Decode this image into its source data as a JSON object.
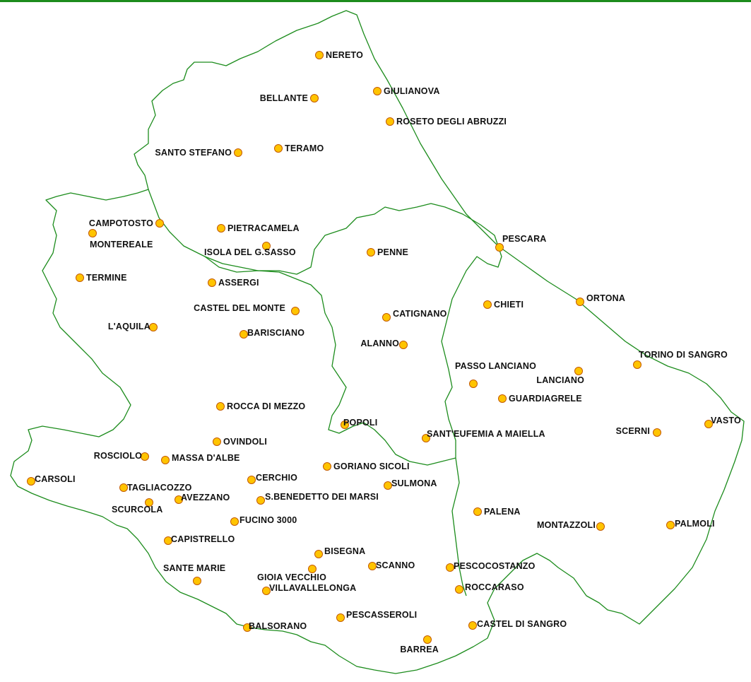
{
  "colors": {
    "border": "#1c8c1c",
    "marker_fill": "#ffc400",
    "marker_stroke": "#c45a00",
    "label": "#111111"
  },
  "places": [
    {
      "id": "nereto",
      "name": "NERETO"
    },
    {
      "id": "giulianova",
      "name": "GIULIANOVA"
    },
    {
      "id": "bellante",
      "name": "BELLANTE"
    },
    {
      "id": "roseto",
      "name": "ROSETO DEGLI ABRUZZI"
    },
    {
      "id": "santo-stefano",
      "name": "SANTO STEFANO"
    },
    {
      "id": "teramo",
      "name": "TERAMO"
    },
    {
      "id": "campotosto",
      "name": "CAMPOTOSTO"
    },
    {
      "id": "pietracamela",
      "name": "PIETRACAMELA"
    },
    {
      "id": "montereale",
      "name": "MONTEREALE"
    },
    {
      "id": "isola",
      "name": "ISOLA DEL G.SASSO"
    },
    {
      "id": "penne",
      "name": "PENNE"
    },
    {
      "id": "pescara",
      "name": "PESCARA"
    },
    {
      "id": "termine",
      "name": "TERMINE"
    },
    {
      "id": "assergi",
      "name": "ASSERGI"
    },
    {
      "id": "ortona",
      "name": "ORTONA"
    },
    {
      "id": "castel-del-monte",
      "name": "CASTEL DEL MONTE"
    },
    {
      "id": "chieti",
      "name": "CHIETI"
    },
    {
      "id": "catignano",
      "name": "CATIGNANO"
    },
    {
      "id": "laquila",
      "name": "L'AQUILA"
    },
    {
      "id": "barisciano",
      "name": "BARISCIANO"
    },
    {
      "id": "alanno",
      "name": "ALANNO"
    },
    {
      "id": "torino-di-sangro",
      "name": "TORINO DI SANGRO"
    },
    {
      "id": "passo-lanciano",
      "name": "PASSO LANCIANO"
    },
    {
      "id": "lanciano",
      "name": "LANCIANO"
    },
    {
      "id": "guardiagrele",
      "name": "GUARDIAGRELE"
    },
    {
      "id": "rocca-di-mezzo",
      "name": "ROCCA DI MEZZO"
    },
    {
      "id": "popoli",
      "name": "POPOLI"
    },
    {
      "id": "vasto",
      "name": "VASTO"
    },
    {
      "id": "scerni",
      "name": "SCERNI"
    },
    {
      "id": "sant-eufemia",
      "name": "SANT'EUFEMIA A MAIELLA"
    },
    {
      "id": "ovindoli",
      "name": "OVINDOLI"
    },
    {
      "id": "rosciolo",
      "name": "ROSCIOLO"
    },
    {
      "id": "massa-dalbe",
      "name": "MASSA D'ALBE"
    },
    {
      "id": "goriano-sicoli",
      "name": "GORIANO SICOLI"
    },
    {
      "id": "carsoli",
      "name": "CARSOLI"
    },
    {
      "id": "cerchio",
      "name": "CERCHIO"
    },
    {
      "id": "sulmona",
      "name": "SULMONA"
    },
    {
      "id": "tagliacozzo",
      "name": "TAGLIACOZZO"
    },
    {
      "id": "avezzano",
      "name": "AVEZZANO"
    },
    {
      "id": "s-benedetto",
      "name": "S.BENEDETTO DEI MARSI"
    },
    {
      "id": "scurcola",
      "name": "SCURCOLA"
    },
    {
      "id": "palena",
      "name": "PALENA"
    },
    {
      "id": "fucino",
      "name": "FUCINO 3000"
    },
    {
      "id": "montazzoli",
      "name": "MONTAZZOLI"
    },
    {
      "id": "palmoli",
      "name": "PALMOLI"
    },
    {
      "id": "capistrello",
      "name": "CAPISTRELLO"
    },
    {
      "id": "bisegna",
      "name": "BISEGNA"
    },
    {
      "id": "sante-marie",
      "name": "SANTE MARIE"
    },
    {
      "id": "scanno",
      "name": "SCANNO"
    },
    {
      "id": "pescocostanzo",
      "name": "PESCOCOSTANZO"
    },
    {
      "id": "gioia-vecchio",
      "name": "GIOIA VECCHIO"
    },
    {
      "id": "villavallelonga",
      "name": "VILLAVALLELONGA"
    },
    {
      "id": "roccaraso",
      "name": "ROCCARASO"
    },
    {
      "id": "pescasseroli",
      "name": "PESCASSEROLI"
    },
    {
      "id": "balsorano",
      "name": "BALSORANO"
    },
    {
      "id": "castel-di-sangro",
      "name": "CASTEL DI SANGRO"
    },
    {
      "id": "barrea",
      "name": "BARREA"
    }
  ]
}
